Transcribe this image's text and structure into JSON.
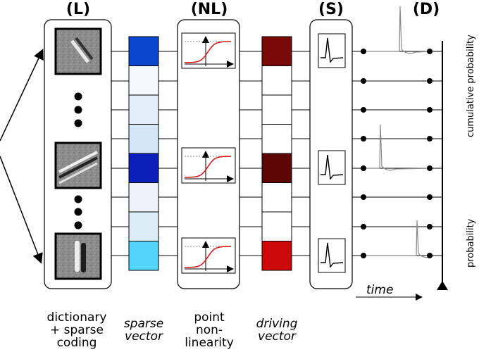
{
  "headers": {
    "L": "(L)",
    "NL": "(NL)",
    "S": "(S)",
    "D": "(D)"
  },
  "captions": {
    "dictionary": [
      "dictionary",
      "+ sparse",
      "coding"
    ],
    "sparse": [
      "sparse",
      "vector"
    ],
    "point": [
      "point",
      "non-",
      "linearity"
    ],
    "driving": [
      "driving",
      "vector"
    ]
  },
  "time_label": "time",
  "side_labels": {
    "cumulative": "cumulative probability",
    "probability": "probability"
  },
  "sparse_colors": [
    "#0a47cc",
    "#f4f9fd",
    "#e2eff9",
    "#d5e7f6",
    "#0a1fb8",
    "#eef3fb",
    "#ddedf8",
    "#55d4fb"
  ],
  "driving_colors": [
    "#7a0a0a",
    "#ffffff",
    "#ffffff",
    "#ffffff",
    "#5e0606",
    "#ffffff",
    "#ffffff",
    "#cc0a0a"
  ],
  "colors": {
    "nonlinearity_curve": "#dd1111"
  }
}
